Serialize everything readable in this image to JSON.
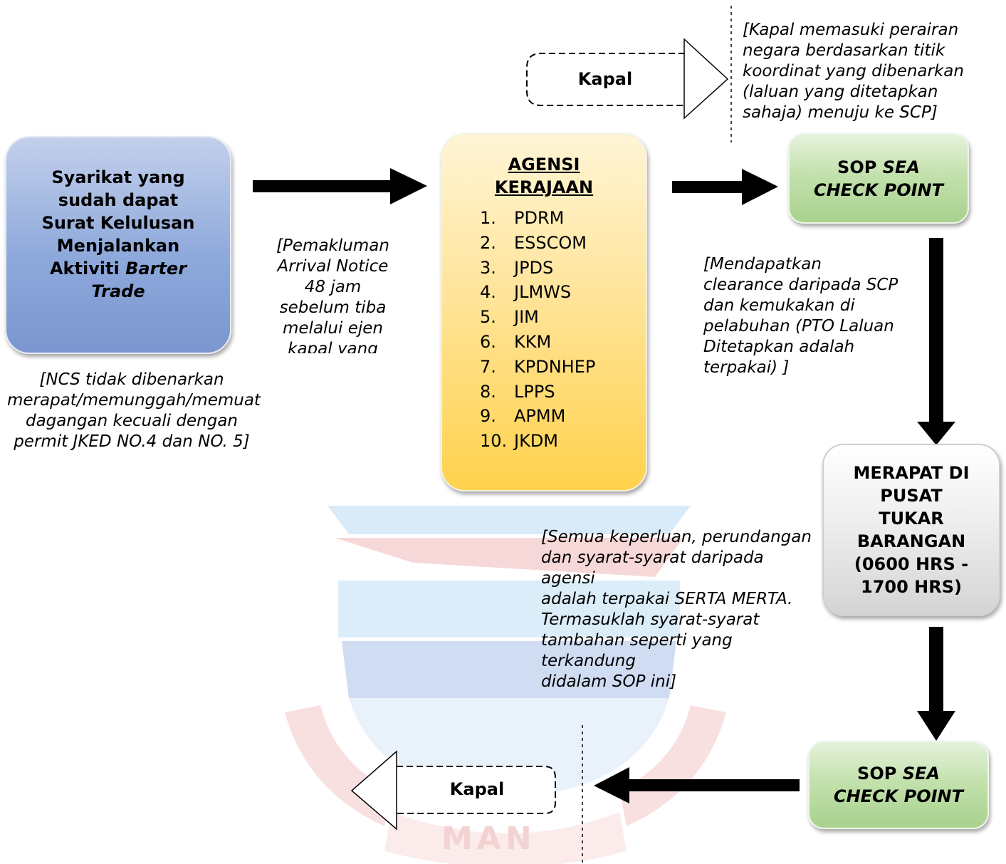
{
  "colors": {
    "company_box": "#8ea9db",
    "agency_box": "#ffd966",
    "scp_box": "#a9d18e",
    "merapat_box": "#d9d9d9",
    "arrow": "#000000"
  },
  "company": {
    "line1": "Syarikat yang",
    "line2": "sudah dapat",
    "line3": "Surat Kelulusan",
    "line4": "Menjalankan",
    "line5_a": "Aktiviti ",
    "line5_b": "Barter",
    "line6": "Trade"
  },
  "company_note": {
    "line1": "[NCS tidak dibenarkan",
    "line2": "merapat/memunggah/memuat",
    "line3": "dagangan kecuali dengan",
    "line4": "permit JKED NO.4 dan NO. 5]"
  },
  "arrival_note": {
    "line1": "[Pemakluman",
    "line2": "Arrival Notice",
    "line3": "48 jam",
    "line4": "sebelum tiba",
    "line5": "melalui ejen",
    "line6": "kapal yang"
  },
  "agency": {
    "title1": "AGENSI",
    "title2": "KERAJAAN",
    "items": [
      {
        "num": "1.",
        "name": "PDRM"
      },
      {
        "num": "2.",
        "name": "ESSCOM"
      },
      {
        "num": "3.",
        "name": "JPDS"
      },
      {
        "num": "4.",
        "name": "JLMWS"
      },
      {
        "num": "5.",
        "name": "JIM"
      },
      {
        "num": "6.",
        "name": "KKM"
      },
      {
        "num": "7.",
        "name": "KPDNHEP"
      },
      {
        "num": "8.",
        "name": "LPPS"
      },
      {
        "num": "9.",
        "name": "APMM"
      },
      {
        "num": "10.",
        "name": "JKDM"
      }
    ]
  },
  "ship_top": {
    "label": "Kapal"
  },
  "ship_bottom": {
    "label": "Kapal"
  },
  "ship_note": {
    "line1": "[Kapal memasuki perairan",
    "line2": "negara berdasarkan titik",
    "line3": "koordinat yang dibenarkan",
    "line4": "(laluan yang ditetapkan",
    "line5": "sahaja) menuju ke SCP]"
  },
  "scp_top": {
    "prefix": "SOP ",
    "sea": "SEA",
    "line2": "CHECK POINT"
  },
  "scp_bottom": {
    "prefix": "SOP ",
    "sea": "SEA",
    "line2": "CHECK POINT"
  },
  "clearance_note": {
    "line1": "[Mendapatkan",
    "line2": "clearance daripada SCP",
    "line3": "dan kemukakan di",
    "line4": "pelabuhan (PTO Laluan",
    "line5": "Ditetapkan adalah",
    "line6": "terpakai) ]"
  },
  "merapat": {
    "line1": "MERAPAT DI",
    "line2": "PUSAT",
    "line3": "TUKAR",
    "line4": "BARANGAN",
    "line5": "(0600 HRS -",
    "line6": "1700 HRS)"
  },
  "requirements_note": {
    "line1": "[Semua keperluan, perundangan",
    "line2": "dan syarat-syarat daripada agensi",
    "line3": "adalah terpakai SERTA MERTA.",
    "line4": "Termasuklah syarat-syarat",
    "line5": "tambahan seperti yang terkandung",
    "line6": "didalam SOP ini]"
  },
  "watermark": {
    "text": "MAN"
  }
}
